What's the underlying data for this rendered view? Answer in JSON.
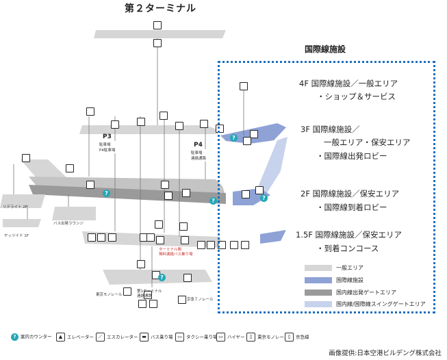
{
  "title": "第２ターミナル",
  "intl_heading": "国際線施設",
  "floors": {
    "f4_line1": "4F  国際線施設／一般エリア",
    "f4_line2": "・ショップ＆サービス",
    "f3_line1": "3F  国際線施設／",
    "f3_line2": "一般エリア・保安エリア",
    "f3_line3": "・国際線出発ロビー",
    "f2_line1": "2F  国際線施設／保安エリア",
    "f2_line2": "・国際線到着ロビー",
    "f15_line1": "1.5F  国際線施設／保安エリア",
    "f15_line2": "・到着コンコース"
  },
  "area_legend": [
    {
      "label": "一般エリア",
      "color": "#d6d6d6"
    },
    {
      "label": "国際線施設",
      "color": "#8ea2d6"
    },
    {
      "label": "国内線出発ゲートエリア",
      "color": "#9a9a9a"
    },
    {
      "label": "国内線/国際線スイングゲートエリア",
      "color": "#c7d2ec"
    }
  ],
  "icon_legend": [
    {
      "label": "案内カウンター",
      "icon": "info-icon"
    },
    {
      "label": "エレベーター",
      "icon": "elevator-icon"
    },
    {
      "label": "エスカレーター",
      "icon": "escalator-icon"
    },
    {
      "label": "バス乗り場",
      "icon": "bus-icon"
    },
    {
      "label": "タクシー乗り場",
      "icon": "taxi-icon"
    },
    {
      "label": "ハイヤー",
      "icon": "hire-car-icon"
    },
    {
      "label": "東京モノレール",
      "icon": "monorail-icon"
    },
    {
      "label": "京急線",
      "icon": "keikyu-icon"
    }
  ],
  "map_labels": {
    "p3": "P3",
    "p3_sub": "駐車場",
    "p3_sub2": "P4駐車場",
    "p4": "P4",
    "p4_sub": "駐車場",
    "p4_sub2": "連絡通路",
    "lifeline": "リデライト 2F",
    "yayoi": "ヤッツイド 1F",
    "bus_center": "バス出発ラウンジ",
    "monorail": "東京モノレール",
    "keikyu": "京急Ｔノレール",
    "terminal_connect": "第1ターミナル\n連絡通路",
    "hotel": "ターミナル間\n無料連絡バス乗り場"
  },
  "caption": "画像提供:日本空港ビルデング株式会社",
  "colors": {
    "general": "#d6d6d6",
    "intl": "#8ea2d6",
    "domestic": "#9a9a9a",
    "swing": "#c7d2ec",
    "info": "#24a7b6",
    "dotted": "#1a6fc0"
  }
}
